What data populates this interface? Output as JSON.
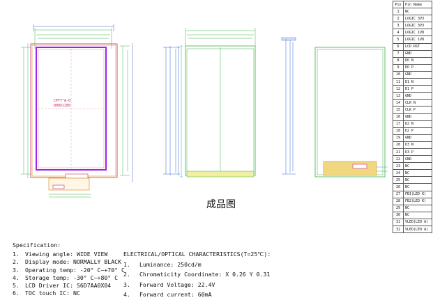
{
  "drawing": {
    "center_label_1": "CPT7\"A-0",
    "center_label_2": "800X1280",
    "caption": "成品图"
  },
  "pin_table": {
    "header": {
      "pin": "Pin",
      "name": "Pin Name"
    },
    "rows": [
      {
        "pin": "1",
        "name": "NC"
      },
      {
        "pin": "2",
        "name": "LOGIC 3V3"
      },
      {
        "pin": "3",
        "name": "LOGIC 3V3"
      },
      {
        "pin": "4",
        "name": "LOGIC 1V8"
      },
      {
        "pin": "5",
        "name": "LOGIC 1V8"
      },
      {
        "pin": "6",
        "name": "LCD RST"
      },
      {
        "pin": "7",
        "name": "GND"
      },
      {
        "pin": "8",
        "name": "DO N"
      },
      {
        "pin": "9",
        "name": "DO P"
      },
      {
        "pin": "10",
        "name": "GND"
      },
      {
        "pin": "11",
        "name": "D1 N"
      },
      {
        "pin": "12",
        "name": "D1 P"
      },
      {
        "pin": "13",
        "name": "GND"
      },
      {
        "pin": "14",
        "name": "CLK N"
      },
      {
        "pin": "15",
        "name": "CLK P"
      },
      {
        "pin": "16",
        "name": "GND"
      },
      {
        "pin": "17",
        "name": "D2 N"
      },
      {
        "pin": "18",
        "name": "D2 P"
      },
      {
        "pin": "19",
        "name": "GND"
      },
      {
        "pin": "20",
        "name": "D3 N"
      },
      {
        "pin": "21",
        "name": "D3 P"
      },
      {
        "pin": "22",
        "name": "GND"
      },
      {
        "pin": "23",
        "name": "NC"
      },
      {
        "pin": "24",
        "name": "NC"
      },
      {
        "pin": "25",
        "name": "NC"
      },
      {
        "pin": "26",
        "name": "NC"
      },
      {
        "pin": "27",
        "name": "FB1(LED K)"
      },
      {
        "pin": "28",
        "name": "FB2(LED K)"
      },
      {
        "pin": "29",
        "name": "NC"
      },
      {
        "pin": "30",
        "name": "NC"
      },
      {
        "pin": "31",
        "name": "VLED(LED A)"
      },
      {
        "pin": "32",
        "name": "VLED(LED A)"
      }
    ]
  },
  "specification": {
    "heading": "Specification:",
    "items": [
      {
        "num": "1.",
        "text": "Viewing angle: WIDE VIEW"
      },
      {
        "num": "2.",
        "text": "Display mode: NORMALLY BLACK"
      },
      {
        "num": "3.",
        "text": "Operating temp: -20° C~+70° C"
      },
      {
        "num": "4.",
        "text": "Storage temp: -30° C~+80° C"
      },
      {
        "num": "5.",
        "text": "LCD Driver IC: S6D7AA0X04"
      },
      {
        "num": "6.",
        "text": "TOC touch IC: NC"
      }
    ]
  },
  "electrical": {
    "heading": "ELECTRICAL/OPTICAL CHARACTERISTICS(T=25℃):",
    "items": [
      {
        "num": "1.",
        "text": "Luminance: 250cd/m"
      },
      {
        "num": "2.",
        "text": "Chromaticity Coordinate: X 0.26 Y 0.31"
      },
      {
        "num": "3.",
        "text": "Forward Voltage: 22.4V"
      },
      {
        "num": "4.",
        "text": "Forward current: 60mA"
      }
    ]
  },
  "colors": {
    "outline": "#c03070",
    "panel": "#a020f0",
    "active": "#e8a0a0",
    "fpc": "#e8d090",
    "dim_green": "#40b040",
    "dim_blue": "#3060d0",
    "dim_cyan": "#20b0b0",
    "fpc_orange": "#e09030"
  }
}
